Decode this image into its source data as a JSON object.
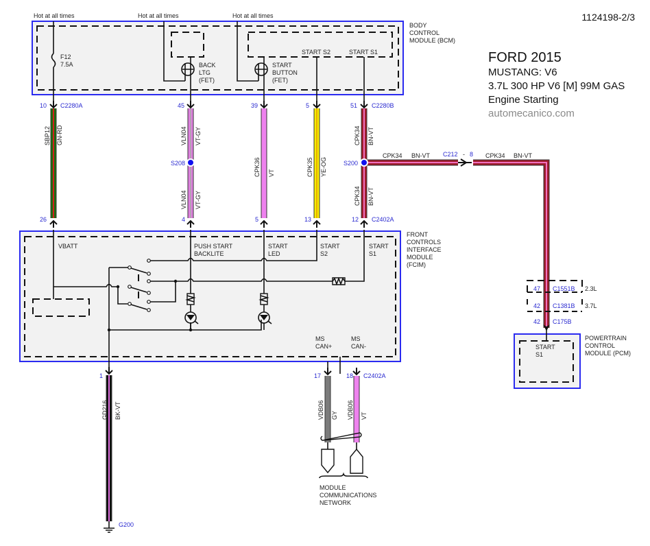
{
  "document": {
    "doc_id": "1124198-2/3",
    "title": "FORD 2015",
    "model": "MUSTANG: V6",
    "engine": "3.7L 300 HP V6 [M] 99M GAS",
    "system": "Engine Starting",
    "watermark": "automecanico.com"
  },
  "power_labels": [
    "Hot at all times",
    "Hot at all times",
    "Hot at all times"
  ],
  "modules": {
    "bcm": {
      "name_lines": [
        "BODY",
        "CONTROL",
        "MODULE (BCM)"
      ]
    },
    "fcim": {
      "name_lines": [
        "FRONT",
        "CONTROLS",
        "INTERFACE",
        "MODULE",
        "(FCIM)"
      ]
    },
    "pcm": {
      "name_lines": [
        "POWERTRAIN",
        "CONTROL",
        "MODULE (PCM)"
      ],
      "pin_lines": [
        "START",
        "S1"
      ]
    }
  },
  "bcm_internal": {
    "fuse": {
      "name": "F12",
      "rating": "7.5A"
    },
    "fet_back": [
      "BACK",
      "LTG",
      "(FET)"
    ],
    "fet_start": [
      "START",
      "BUTTON",
      "(FET)"
    ],
    "start_s2": "START S2",
    "start_s1": "START S1"
  },
  "fcim_internal": {
    "vbatt": "VBATT",
    "push_start": [
      "PUSH START",
      "BACKLITE"
    ],
    "start_led": [
      "START",
      "LED"
    ],
    "start_s2": [
      "START",
      "S2"
    ],
    "start_s1": [
      "START",
      "S1"
    ],
    "ms_can_plus": [
      "MS",
      "CAN+"
    ],
    "ms_can_minus": [
      "MS",
      "CAN-"
    ]
  },
  "connectors": {
    "c2280a": "C2280A",
    "c2280b": "C2280B",
    "c2402a_top": "C2402A",
    "c2402a_bottom": "C2402A",
    "c212": "C212",
    "c212_sep": "-",
    "c212_pin": "8",
    "c1551b": "C1551B",
    "c1381b": "C1381B",
    "c175b": "C175B",
    "c1551b_pin": "47",
    "c1381b_pin": "42",
    "c175b_pin": "42",
    "c1551b_variant": "2.3L",
    "c1381b_variant": "3.7L"
  },
  "wires": [
    {
      "id": "w1",
      "circuit": "SBP12",
      "color_code": "GN-RD",
      "pin_top": "10",
      "pin_bottom": "26",
      "base": "#1f6e12",
      "stripe": "#d21e1e"
    },
    {
      "id": "w2",
      "circuit": "VLN04",
      "color_code": "VT-GY",
      "pin_top": "45",
      "pin_bottom": "4",
      "base": "#e07ee0",
      "stripe": "#b4a0b4",
      "splice": "S208"
    },
    {
      "id": "w3",
      "circuit": "CPK36",
      "color_code": "VT",
      "pin_top": "39",
      "pin_bottom": "5",
      "base": "#ee82ee",
      "stripe": "#ee82ee"
    },
    {
      "id": "w4",
      "circuit": "CPK35",
      "color_code": "YE-OG",
      "pin_top": "5",
      "pin_bottom": "13",
      "base": "#f5ec00",
      "stripe": "#e8b000"
    },
    {
      "id": "w5",
      "circuit": "CPK34",
      "color_code": "BN-VT",
      "pin_top": "51",
      "pin_bottom": "12",
      "base": "#a01c2c",
      "stripe": "#f070c0",
      "splice": "S200"
    },
    {
      "id": "w6",
      "circuit": "GD216",
      "color_code": "BK-VT",
      "pin_top": "1",
      "ground": "G200",
      "base": "#111111",
      "stripe": "#e070e0"
    },
    {
      "id": "w7",
      "circuit": "VDB06",
      "color_code": "GY",
      "pin_top": "17",
      "base": "#7c7c7c",
      "stripe": "#7c7c7c"
    },
    {
      "id": "w8",
      "circuit": "VDB06",
      "color_code": "VT",
      "pin_top": "18",
      "base": "#ee82ee",
      "stripe": "#ee82ee"
    }
  ],
  "horizontal_run": {
    "circuit": "CPK34",
    "color_code": "BN-VT"
  },
  "network_label": [
    "MODULE",
    "COMMUNICATIONS",
    "NETWORK"
  ]
}
